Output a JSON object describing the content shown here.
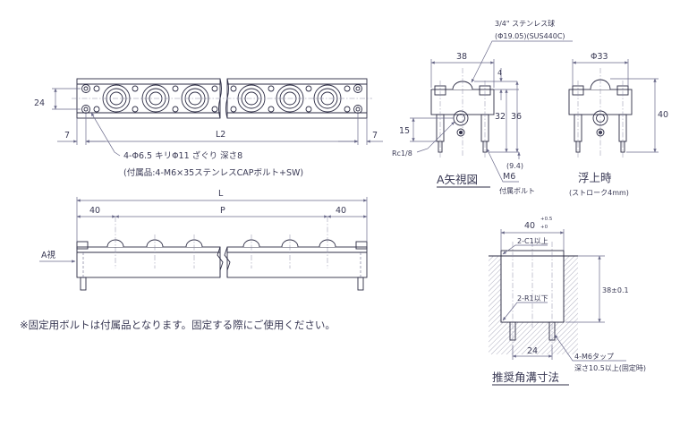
{
  "top_view": {
    "dim_24": "24",
    "dim_left_7": "7",
    "dim_right_7": "7",
    "dim_L2": "L2",
    "hole_note": "4-Φ6.5 キリΦ11 ざぐり 深さ8",
    "accessory_note": "(付属品:4-M6×35ステンレスCAPボルト+SW)"
  },
  "front_view": {
    "dim_L": "L",
    "dim_left_40": "40",
    "dim_P": "P",
    "dim_right_40": "40",
    "view_arrow_label": "A視"
  },
  "a_view": {
    "ball_note_1": "3/4\" ステンレス球",
    "ball_note_2": "(Φ19.05)(SUS440C)",
    "dim_width_38": "38",
    "dim_4": "4",
    "dim_32": "32",
    "dim_36": "36",
    "dim_15": "15",
    "thread_label": "Rc1/8",
    "dim_9_4": "(9.4)",
    "bolt_m6": "M6",
    "bolt_accessory": "付属ボルト",
    "title": "A矢視図"
  },
  "floating_view": {
    "dim_phi33": "Φ33",
    "dim_40": "40",
    "title": "浮上時",
    "stroke_note": "(ストローク4mm)"
  },
  "groove_view": {
    "dim_40": "40",
    "tol_upper": "+0.5",
    "tol_lower": "+0",
    "chamfer_label": "2-C1以上",
    "radius_label": "2-R1以下",
    "dim_38": "38±0.1",
    "dim_24": "24",
    "tap_label_1": "4-M6タップ",
    "tap_label_2": "深さ10.5以上(固定時)",
    "title": "推奨角溝寸法"
  },
  "footer_note": "※固定用ボルトは付属品となります。固定する際にご使用ください。"
}
